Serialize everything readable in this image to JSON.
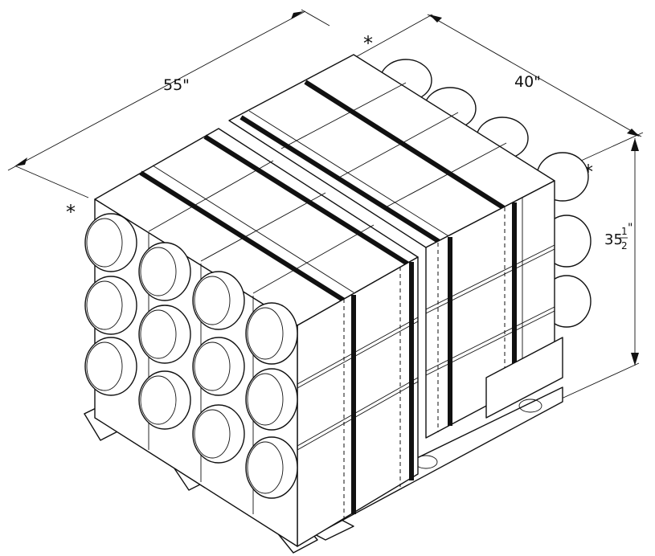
{
  "dimensions": {
    "length": "55\"",
    "width": "40\"",
    "height_whole": "35",
    "height_frac_num": "1",
    "height_frac_den": "2",
    "height_inch": "\""
  },
  "markers": {
    "star_top": "*",
    "star_left": "*",
    "star_right": "*"
  }
}
